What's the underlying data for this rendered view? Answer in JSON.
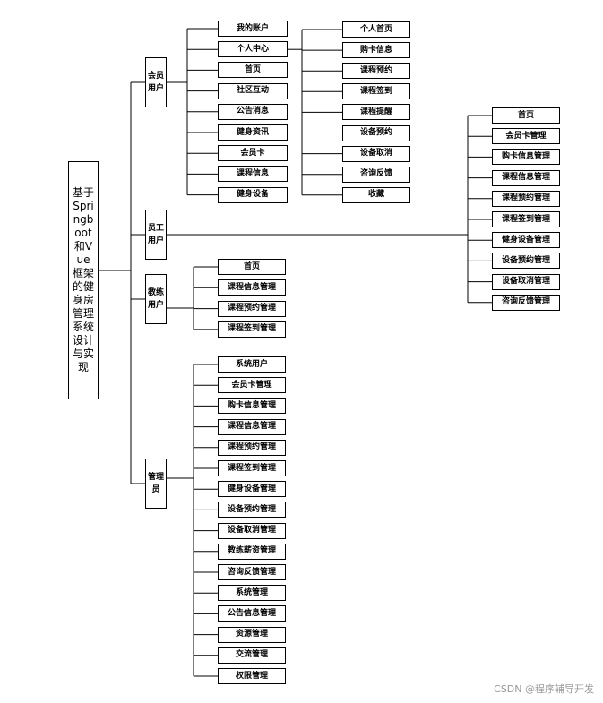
{
  "root": {
    "label": "基于Springboot和Vue框架的健身房管理系统设计与实现"
  },
  "roles": [
    {
      "id": "member",
      "label": "会员用户",
      "items": [
        "我的账户",
        "个人中心",
        "首页",
        "社区互动",
        "公告消息",
        "健身资讯",
        "会员卡",
        "课程信息",
        "健身设备"
      ],
      "sub": {
        "parent": "个人中心",
        "items": [
          "个人首页",
          "购卡信息",
          "课程预约",
          "课程签到",
          "课程提醒",
          "设备预约",
          "设备取消",
          "咨询反馈",
          "收藏"
        ]
      }
    },
    {
      "id": "staff",
      "label": "员工用户",
      "items": [
        "首页",
        "会员卡管理",
        "购卡信息管理",
        "课程信息管理",
        "课程预约管理",
        "课程签到管理",
        "健身设备管理",
        "设备预约管理",
        "设备取消管理",
        "咨询反馈管理"
      ]
    },
    {
      "id": "coach",
      "label": "教练用户",
      "items": [
        "首页",
        "课程信息管理",
        "课程预约管理",
        "课程签到管理"
      ]
    },
    {
      "id": "admin",
      "label": "管理员",
      "items": [
        "系统用户",
        "会员卡管理",
        "购卡信息管理",
        "课程信息管理",
        "课程预约管理",
        "课程签到管理",
        "健身设备管理",
        "设备预约管理",
        "设备取消管理",
        "教练薪资管理",
        "咨询反馈管理",
        "系统管理",
        "公告信息管理",
        "资源管理",
        "交流管理",
        "权限管理"
      ]
    }
  ],
  "watermark": "CSDN @程序辅导开发"
}
